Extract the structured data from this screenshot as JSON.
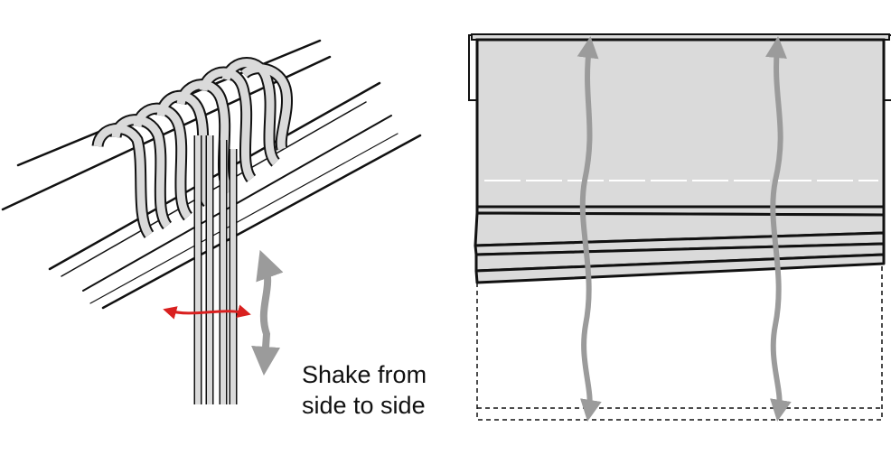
{
  "caption": {
    "line1": "Shake from",
    "line2": "side to side"
  },
  "colors": {
    "stroke": "#111111",
    "fabric": "#dadada",
    "arrow_grey": "#9b9b9b",
    "arrow_red": "#d9201f",
    "background": "#ffffff"
  },
  "icons": {
    "horizontal_arrow": "red-double-headed-arrow",
    "vertical_arrow": "grey-double-headed-arrow"
  }
}
